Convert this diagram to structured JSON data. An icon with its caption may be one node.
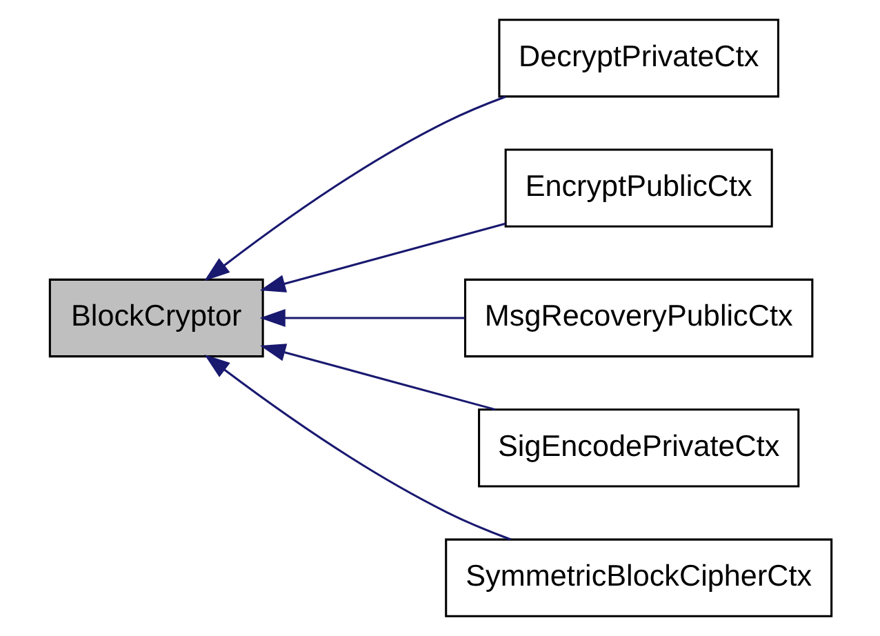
{
  "diagram": {
    "nodes": [
      {
        "text": [
          "BlockCryptor"
        ]
      },
      {
        "text": [
          "DecryptPrivateCtx"
        ]
      },
      {
        "text": [
          "EncryptPublicCtx"
        ]
      },
      {
        "text": [
          "MsgRecoveryPublicCtx"
        ]
      },
      {
        "text": [
          "SigEncodePrivateCtx"
        ]
      },
      {
        "text": [
          "SymmetricBlockCipherCtx"
        ]
      }
    ],
    "edges": [
      {
        "from": 1,
        "to": 0,
        "arrow": "to"
      },
      {
        "from": 2,
        "to": 0,
        "arrow": "to"
      },
      {
        "from": 3,
        "to": 0,
        "arrow": "to"
      },
      {
        "from": 4,
        "to": 0,
        "arrow": "to"
      },
      {
        "from": 5,
        "to": 0,
        "arrow": "to"
      }
    ]
  }
}
